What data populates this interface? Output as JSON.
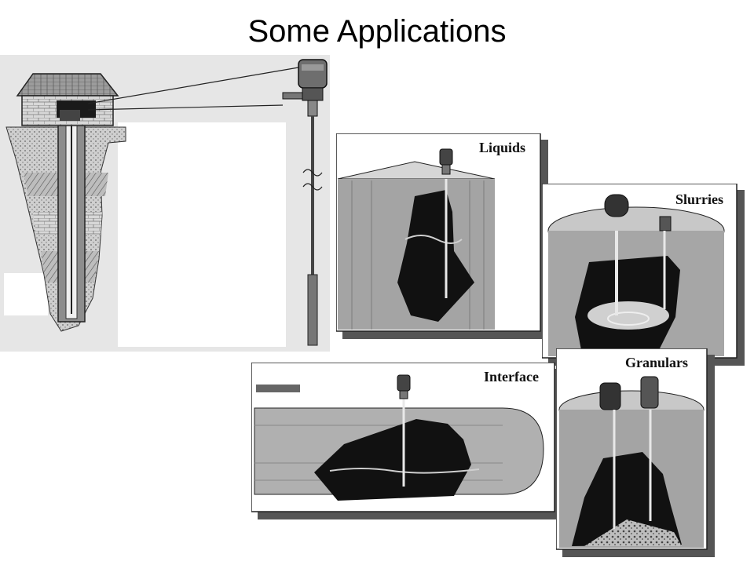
{
  "slide": {
    "title": "Some Applications"
  },
  "panels": {
    "liquids": {
      "label": "Liquids"
    },
    "slurries": {
      "label": "Slurries"
    },
    "interface": {
      "label": "Interface"
    },
    "granulars": {
      "label": "Granulars"
    }
  },
  "colors": {
    "dark_liquid": "#1a1a1a",
    "tank_wall": "#9a9a9a",
    "frame_shadow": "#555555"
  }
}
